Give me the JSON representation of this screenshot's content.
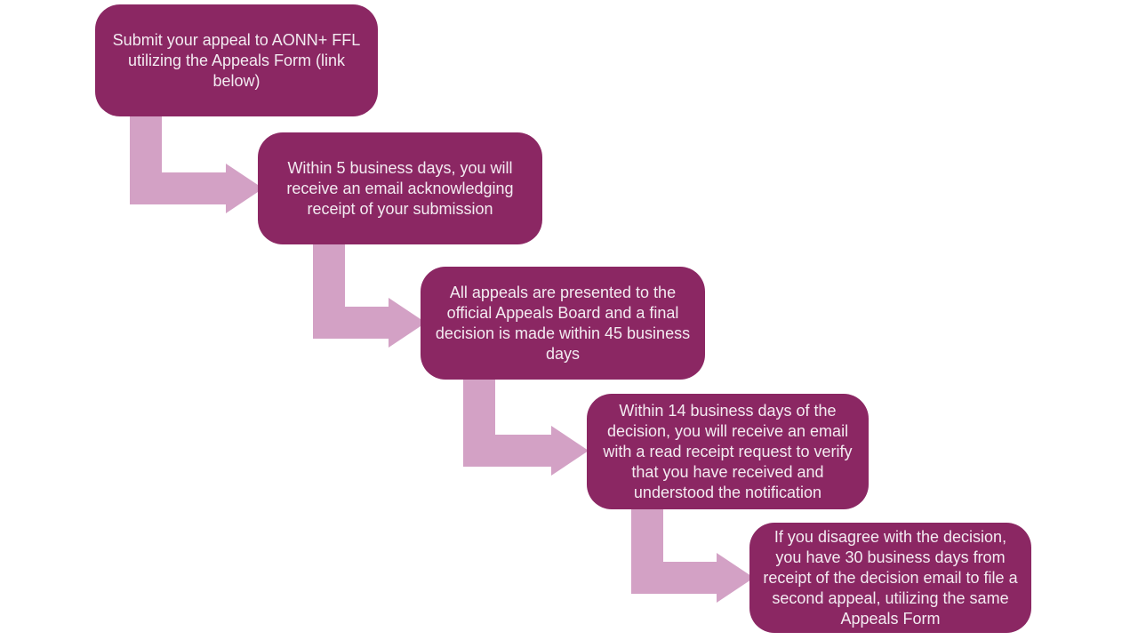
{
  "page": {
    "background": "#ffffff"
  },
  "diagram": {
    "type": "flowchart",
    "colors": {
      "box_fill": "#8b2763",
      "arrow_fill": "#d3a1c5",
      "text": "#f3ebf1"
    },
    "steps": [
      {
        "id": 1,
        "text": "Submit your appeal to AONN+ FFL utilizing the Appeals Form (link below)"
      },
      {
        "id": 2,
        "text": "Within 5 business days, you will receive an email acknowledging receipt of your submission"
      },
      {
        "id": 3,
        "text": "All appeals are presented to the official Appeals Board and a final decision is made within 45 business days"
      },
      {
        "id": 4,
        "text": "Within 14 business days of the decision, you will receive an email with a read receipt request to verify that you have received and understood the notification"
      },
      {
        "id": 5,
        "text": "If you disagree with the decision, you have 30 business days from receipt of the decision email to file a second appeal, utilizing the same Appeals Form"
      }
    ],
    "connectors": [
      {
        "name": "elbow-arrow-1",
        "from_step": 1,
        "to_step": 2
      },
      {
        "name": "elbow-arrow-2",
        "from_step": 2,
        "to_step": 3
      },
      {
        "name": "elbow-arrow-3",
        "from_step": 3,
        "to_step": 4
      },
      {
        "name": "elbow-arrow-4",
        "from_step": 4,
        "to_step": 5
      }
    ]
  }
}
